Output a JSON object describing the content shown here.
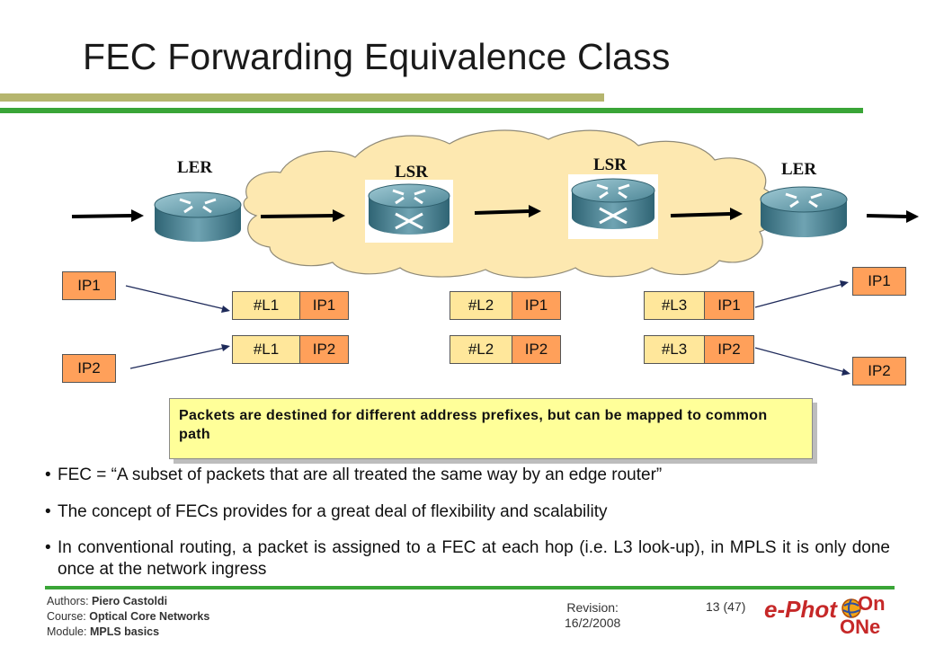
{
  "title": "FEC Forwarding Equivalence Class",
  "routers": {
    "ler_left": "LER",
    "lsr_1": "LSR",
    "lsr_2": "LSR",
    "ler_right": "LER"
  },
  "packets": {
    "in_1": "IP1",
    "in_2": "IP2",
    "out_1": "IP1",
    "out_2": "IP2",
    "hop1": [
      {
        "label": "#L1",
        "ip": "IP1"
      },
      {
        "label": "#L1",
        "ip": "IP2"
      }
    ],
    "hop2": [
      {
        "label": "#L2",
        "ip": "IP1"
      },
      {
        "label": "#L2",
        "ip": "IP2"
      }
    ],
    "hop3": [
      {
        "label": "#L3",
        "ip": "IP1"
      },
      {
        "label": "#L3",
        "ip": "IP2"
      }
    ]
  },
  "note": "Packets are destined for different address prefixes, but can be mapped to common path",
  "bullets": [
    "FEC = “A subset of packets that are all treated the same way by an edge router”",
    "The concept of FECs provides for a great deal of flexibility and scalability",
    "In conventional routing, a packet is assigned to a FEC at each hop (i.e. L3 look-up), in MPLS it is only done once at the network ingress"
  ],
  "footer": {
    "authors_label": "Authors:",
    "authors_value": "Piero Castoldi",
    "course_label": "Course:",
    "course_value": "Optical Core Networks",
    "module_label": "Module:",
    "module_value": "MPLS basics",
    "revision_label": "Revision:",
    "revision_value": "16/2/2008",
    "page": "13 (47)",
    "logo_top": "e-Phot",
    "logo_on": "On",
    "logo_one": "ONe"
  },
  "colors": {
    "title_bar": "#b5b56e",
    "accent_bar": "#3aa537",
    "cloud": "#fde8b0",
    "label_box": "#ffe79b",
    "ip_box": "#ffa05a",
    "note_bg": "#ffff99"
  }
}
